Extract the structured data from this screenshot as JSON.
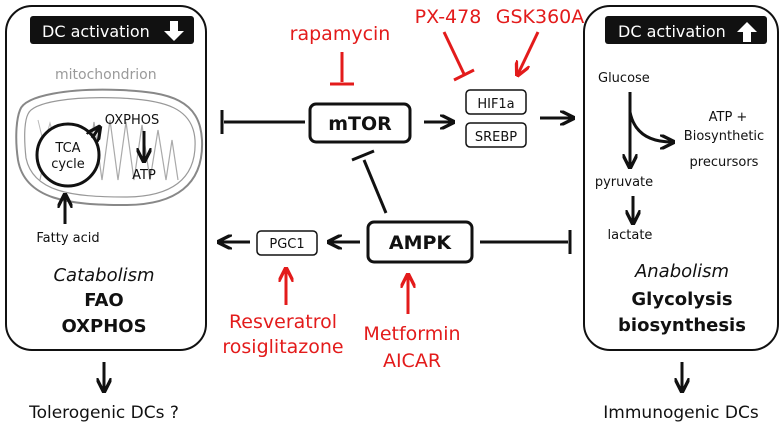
{
  "left_panel": {
    "header": "DC activation",
    "header_arrow": "down-arrow",
    "mitochondrion_label": "mitochondrion",
    "tca_line1": "TCA",
    "tca_line2": "cycle",
    "oxphos": "OXPHOS",
    "atp": "ATP",
    "fatty_acid": "Fatty acid",
    "catabolism": "Catabolism",
    "fao": "FAO",
    "oxphos_bold": "OXPHOS"
  },
  "right_panel": {
    "header": "DC activation",
    "header_arrow": "up-arrow",
    "glucose": "Glucose",
    "atp_line1": "ATP +",
    "atp_line2": "Biosynthetic",
    "atp_line3": "precursors",
    "pyruvate": "pyruvate",
    "lactate": "lactate",
    "anabolism": "Anabolism",
    "glycolysis": "Glycolysis",
    "biosynthesis": "biosynthesis"
  },
  "center": {
    "mtor": "mTOR",
    "ampk": "AMPK",
    "hif1a": "HIF1a",
    "srebp": "SREBP",
    "pgc1": "PGC1"
  },
  "drugs": {
    "rapamycin": "rapamycin",
    "px478": "PX-478",
    "gsk360a": "GSK360A",
    "resveratrol": "Resveratrol",
    "rosiglitazone": "rosiglitazone",
    "metformin": "Metformin",
    "aicar": "AICAR"
  },
  "outcomes": {
    "tolerogenic": "Tolerogenic DCs ?",
    "immunogenic": "Immunogenic DCs"
  },
  "colors": {
    "drug_red": "#e31b1b",
    "ink": "#111111"
  }
}
